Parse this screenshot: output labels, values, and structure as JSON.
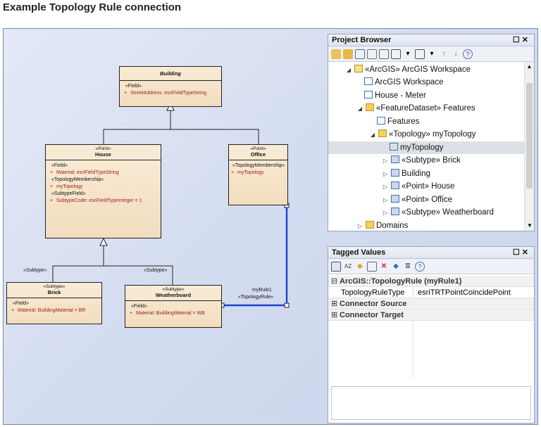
{
  "heading": "Example Topology Rule connection",
  "diagram": {
    "building": {
      "name": "Building",
      "field_stereo": "«Field»",
      "attr": "StreetAddress: esriFieldTypeString"
    },
    "house": {
      "stereo": "«Point»",
      "name": "House",
      "field_stereo": "«Field»",
      "attr1": "Material: esriFieldTypeString",
      "topo_stereo": "«TopologyMembership»",
      "attr2": "myTopology",
      "subtype_stereo": "«SubtypeField»",
      "attr3": "SubtypeCode: esriFieldTypeInteger = 1"
    },
    "office": {
      "stereo": "«Point»",
      "name": "Office",
      "topo_stereo": "«TopologyMembership»",
      "attr": "myTopology"
    },
    "brick": {
      "stereo": "«Subtype»",
      "name": "Brick",
      "field_stereo": "«Field»",
      "attr": "Material: BuildingMaterial = BR"
    },
    "weatherboard": {
      "stereo": "«Subtype»",
      "name": "Weatherboard",
      "field_stereo": "«Field»",
      "attr": "Material: BuildingMaterial = WB"
    },
    "subtype_label_left": "«Subtype»",
    "subtype_label_right": "«Subtype»",
    "rule_name": "myRule1",
    "rule_stereo": "«TopologyRule»",
    "plus": "+"
  },
  "project_browser": {
    "title": "Project Browser",
    "items": [
      {
        "label": "«ArcGIS» ArcGIS Workspace",
        "icon": "package-icon"
      },
      {
        "label": "ArcGIS Workspace",
        "icon": "diagram-icon"
      },
      {
        "label": "House - Meter",
        "icon": "diagram-icon"
      },
      {
        "label": "«FeatureDataset» Features",
        "icon": "folder-icon"
      },
      {
        "label": "Features",
        "icon": "diagram-icon"
      },
      {
        "label": "«Topology» myTopology",
        "icon": "folder-icon"
      },
      {
        "label": "myTopology",
        "icon": "diagram-icon"
      },
      {
        "label": "«Subtype» Brick",
        "icon": "class-icon"
      },
      {
        "label": "Building",
        "icon": "class-icon"
      },
      {
        "label": "«Point» House",
        "icon": "class-icon"
      },
      {
        "label": "«Point» Office",
        "icon": "class-icon"
      },
      {
        "label": "«Subtype» Weatherboard",
        "icon": "class-icon"
      },
      {
        "label": "Domains",
        "icon": "folder-icon"
      }
    ]
  },
  "tagged_values": {
    "title": "Tagged Values",
    "group": "ArcGIS::TopologyRule (myRule1)",
    "prop_name": "TopologyRuleType",
    "prop_value": "esriTRTPointCoincidePoint",
    "source": "Connector Source",
    "target": "Connector Target"
  },
  "controls": {
    "close": "✕",
    "restore": "☐"
  },
  "colors": {
    "association_line": "#1f3fd6",
    "attribute_text": "#9a1b1b",
    "class_fill": "#f4e2c6"
  }
}
